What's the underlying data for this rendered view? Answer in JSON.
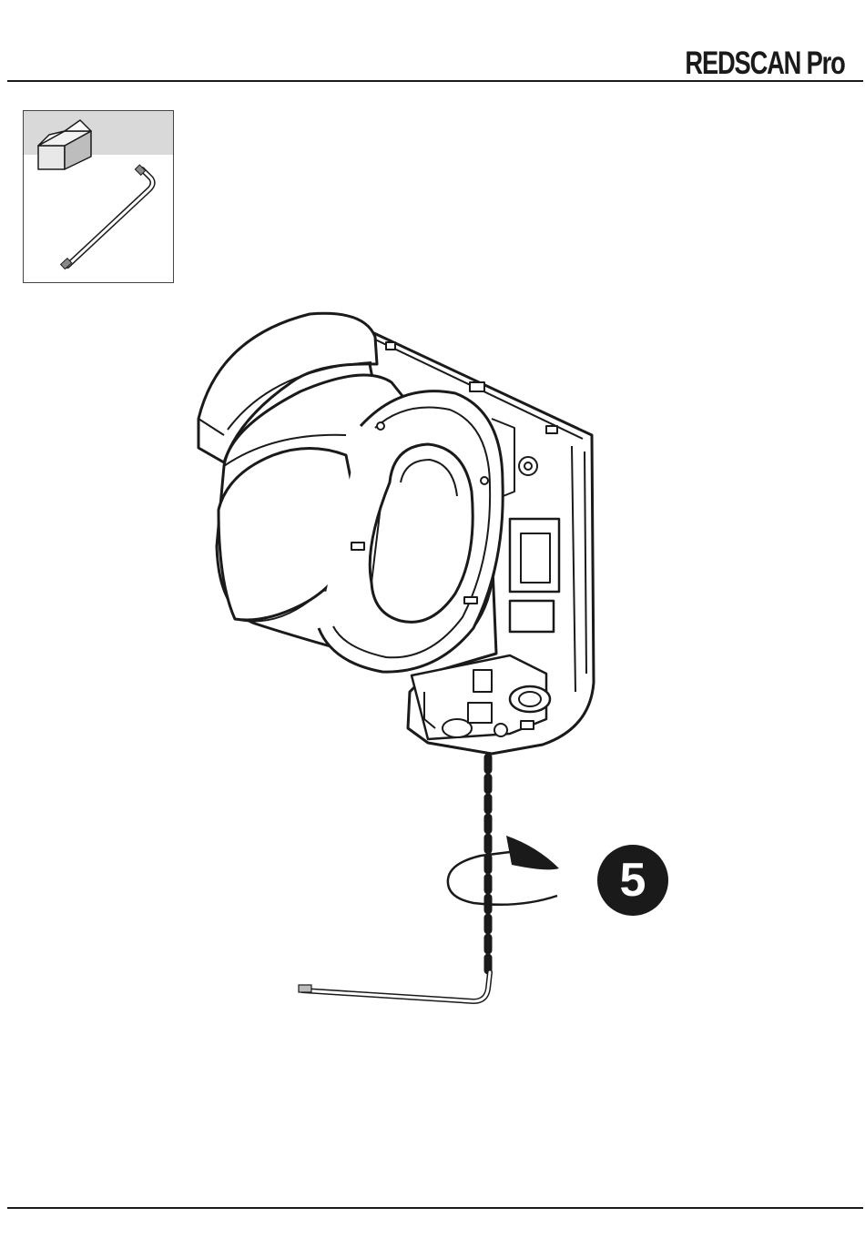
{
  "header": {
    "brand": "REDSCAN Pro"
  },
  "parts": {
    "icons": [
      "box-icon",
      "hex-key-icon"
    ]
  },
  "step": {
    "number": "5"
  },
  "illustration": {
    "subject": "sensor-unit",
    "tool": "hex-key",
    "action": "rotate-clockwise"
  }
}
